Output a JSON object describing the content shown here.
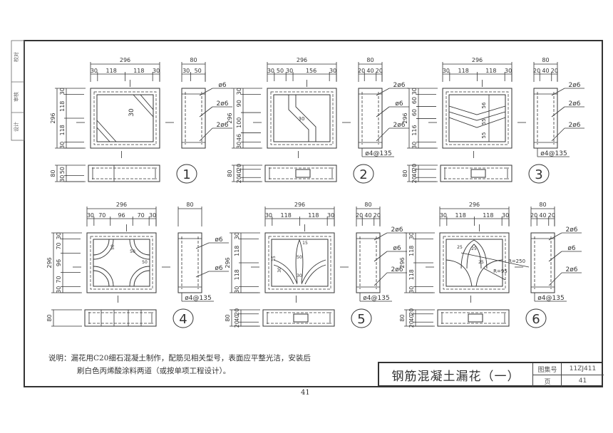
{
  "side_strip": [
    "校对",
    "审核",
    "设计"
  ],
  "panels": [
    {
      "number": "1",
      "width": "296",
      "width_parts": [
        "30",
        "118",
        "118",
        "30"
      ],
      "height": "296",
      "height_parts": [
        "30",
        "118",
        "118",
        "30"
      ],
      "depth": "80",
      "depth_parts": [
        "30",
        "50"
      ],
      "plan_depth": "80",
      "plan_parts": [
        "50",
        "30"
      ],
      "rebar_labels": [
        "ø6",
        "2ø6",
        "2ø6"
      ],
      "stirrup": "",
      "inner_labels": [
        "30"
      ]
    },
    {
      "number": "2",
      "width": "296",
      "width_parts": [
        "30",
        "50",
        "30",
        "156",
        "30"
      ],
      "height": "296",
      "height_parts": [
        "30",
        "90",
        "100",
        "46",
        "30"
      ],
      "depth": "80",
      "depth_parts": [
        "20",
        "40",
        "20"
      ],
      "plan_depth": "80",
      "plan_parts": [
        "20",
        "40",
        "20"
      ],
      "rebar_labels": [
        "2ø6",
        "ø6",
        "2ø6"
      ],
      "stirrup": "ø4@135",
      "inner_labels": [
        "30"
      ]
    },
    {
      "number": "3",
      "width": "296",
      "width_parts": [
        "30",
        "118",
        "118",
        "30"
      ],
      "height": "296",
      "height_parts": [
        "30",
        "60",
        "60",
        "116",
        "30"
      ],
      "depth": "80",
      "depth_parts": [
        "20",
        "40",
        "20"
      ],
      "plan_depth": "80",
      "plan_parts": [
        "20",
        "40",
        "20"
      ],
      "rebar_labels": [
        "2ø6",
        "2ø6",
        "2ø6"
      ],
      "stirrup": "ø4@135",
      "inner_labels": [
        "56",
        "55",
        "55"
      ]
    },
    {
      "number": "4",
      "width": "296",
      "width_parts": [
        "30",
        "70",
        "96",
        "70",
        "30"
      ],
      "height": "296",
      "height_parts": [
        "30",
        "70",
        "96",
        "70",
        "30"
      ],
      "depth": "80",
      "depth_parts": [],
      "plan_depth": "80",
      "plan_parts": [],
      "rebar_labels": [
        "ø6",
        "ø6"
      ],
      "stirrup": "ø4@135",
      "inner_labels": [
        "50",
        "50",
        "50"
      ]
    },
    {
      "number": "5",
      "width": "296",
      "width_parts": [
        "30",
        "118",
        "118",
        "30"
      ],
      "height": "296",
      "height_parts": [
        "30",
        "118",
        "118",
        "30"
      ],
      "depth": "80",
      "depth_parts": [
        "20",
        "40",
        "20"
      ],
      "plan_depth": "80",
      "plan_parts": [
        "20",
        "40",
        "20"
      ],
      "rebar_labels": [
        "2ø6",
        "ø6",
        "2ø6"
      ],
      "stirrup": "ø4@135",
      "inner_labels": [
        "15",
        "50",
        "15",
        "30",
        "30"
      ]
    },
    {
      "number": "6",
      "width": "296",
      "width_parts": [
        "30",
        "118",
        "118",
        "30"
      ],
      "height": "296",
      "height_parts": [
        "30",
        "118",
        "118",
        "30"
      ],
      "depth": "80",
      "depth_parts": [
        "20",
        "40",
        "20"
      ],
      "plan_depth": "80",
      "plan_parts": [
        "20",
        "40",
        "20"
      ],
      "rebar_labels": [
        "2ø6",
        "ø6",
        "2ø6"
      ],
      "stirrup": "ø4@135",
      "inner_labels": [
        "25",
        "25",
        "25",
        "R=250",
        "R=95"
      ]
    }
  ],
  "notes": {
    "line1": "说明：漏花用C20细石混凝土制作，配筋见相关型号，表面应平整光洁，安装后",
    "line2": "刷白色丙烯酸涂料两道（或按单项工程设计）。"
  },
  "title_block": {
    "title": "钢筋混凝土漏花（一）",
    "atlas_label": "图集号",
    "atlas_value": "11ZJ411",
    "page_label": "页",
    "page_value": "41"
  },
  "page_number": "41"
}
